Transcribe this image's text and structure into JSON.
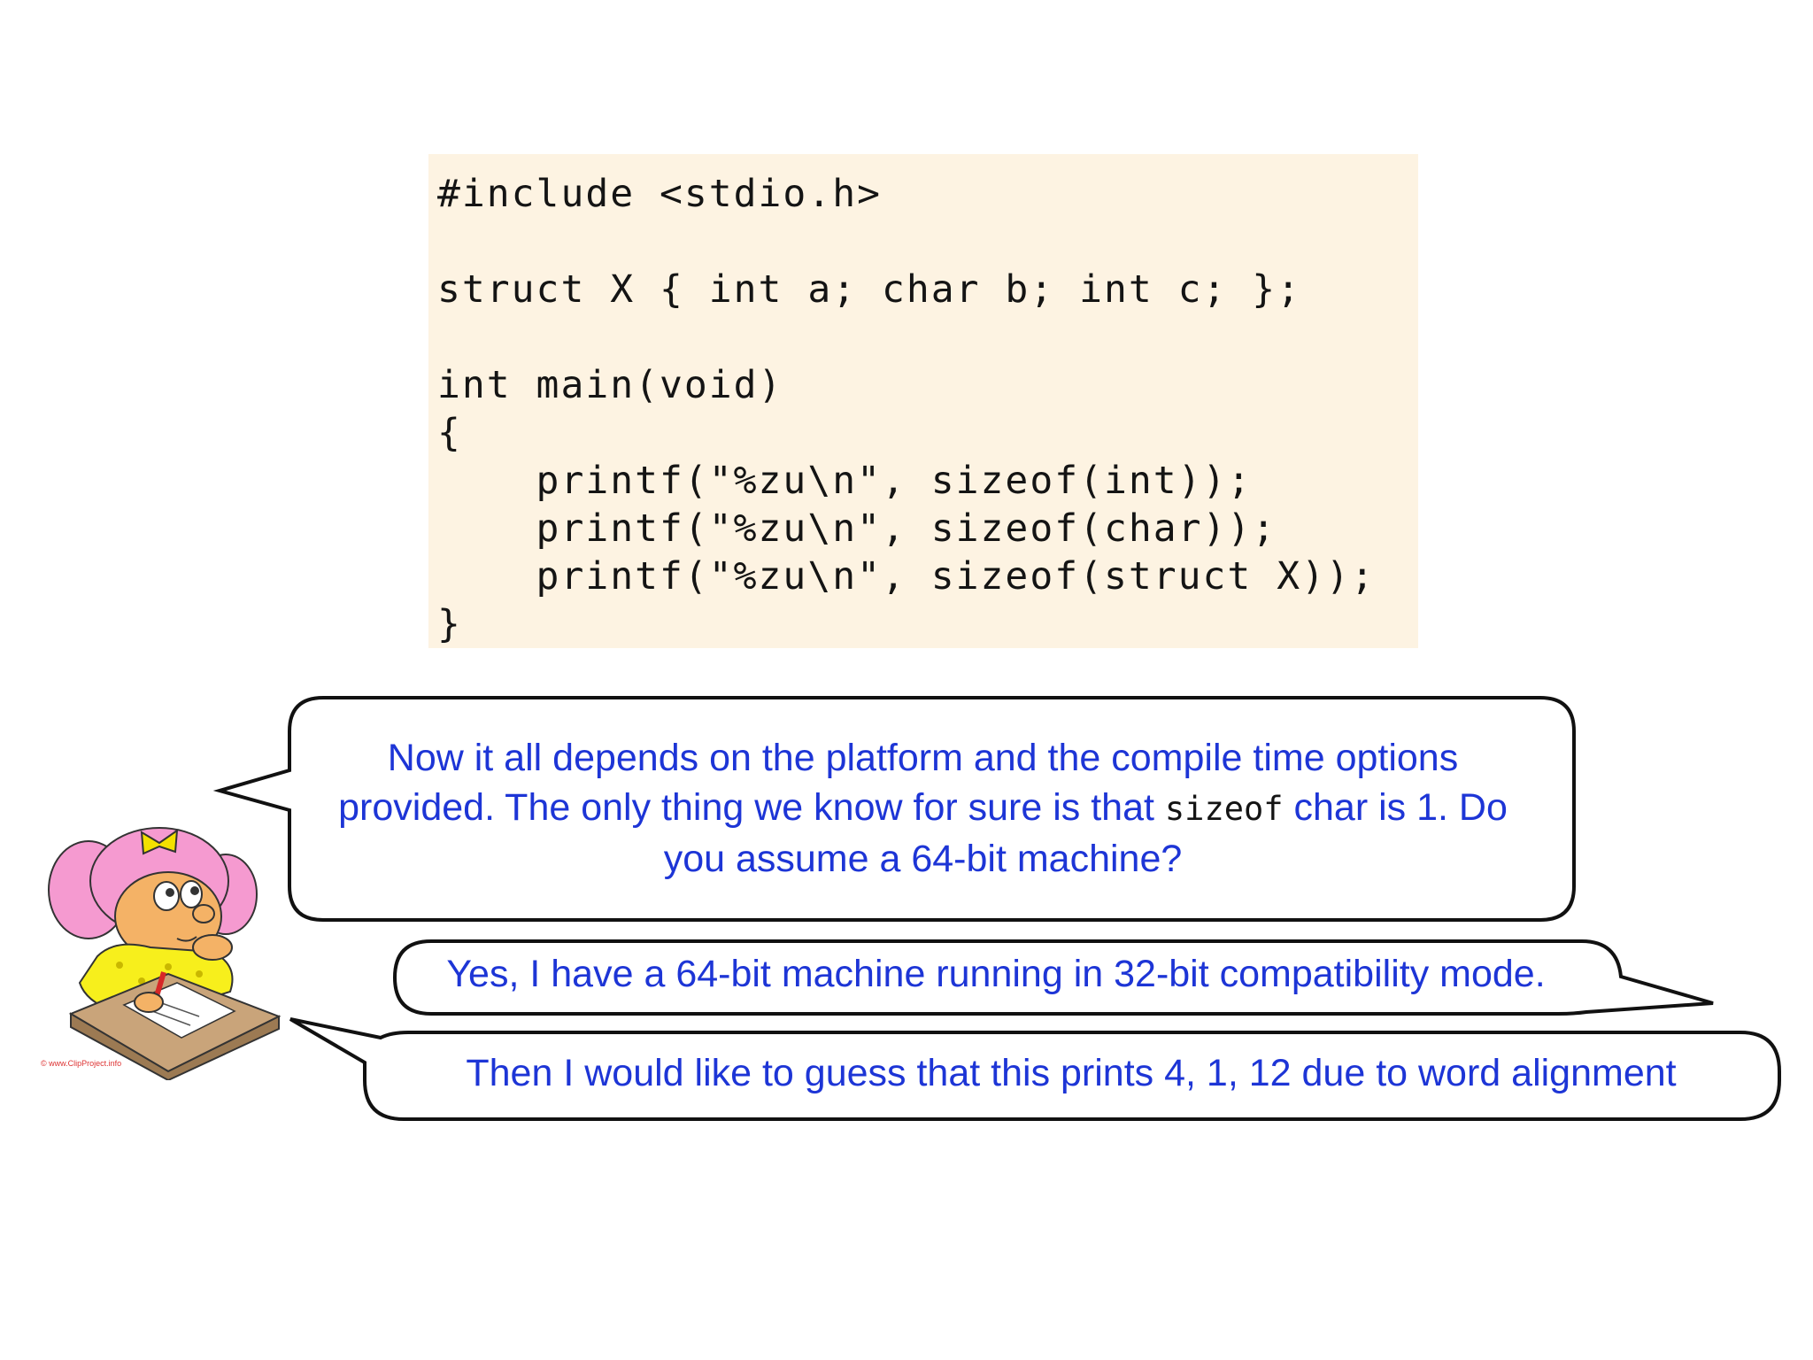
{
  "code": {
    "lines": [
      "#include <stdio.h>",
      "",
      "struct X { int a; char b; int c; };",
      "",
      "int main(void)",
      "{",
      "    printf(\"%zu\\n\", sizeof(int));",
      "    printf(\"%zu\\n\", sizeof(char));",
      "    printf(\"%zu\\n\", sizeof(struct X));",
      "}"
    ]
  },
  "dialogue": {
    "bubble1": {
      "line1": "Now it all depends on the platform and the compile time options",
      "line2_pre": "provided. The only thing we know for sure is that ",
      "line2_code": "sizeof",
      "line2_post": " char is 1. Do",
      "line3": "you assume a 64-bit machine?"
    },
    "bubble2": "Yes, I have a 64-bit machine running in 32-bit compatibility mode.",
    "bubble3": "Then I would like to guess that this prints 4, 1, 12 due to word alignment"
  },
  "image_credit": "© www.ClipProject.info",
  "colors": {
    "dialogue_text": "#1d35d6",
    "code_background": "#fdf3e2",
    "bubble_outline": "#111111"
  },
  "icons": {
    "character": "girl-writing-icon"
  }
}
